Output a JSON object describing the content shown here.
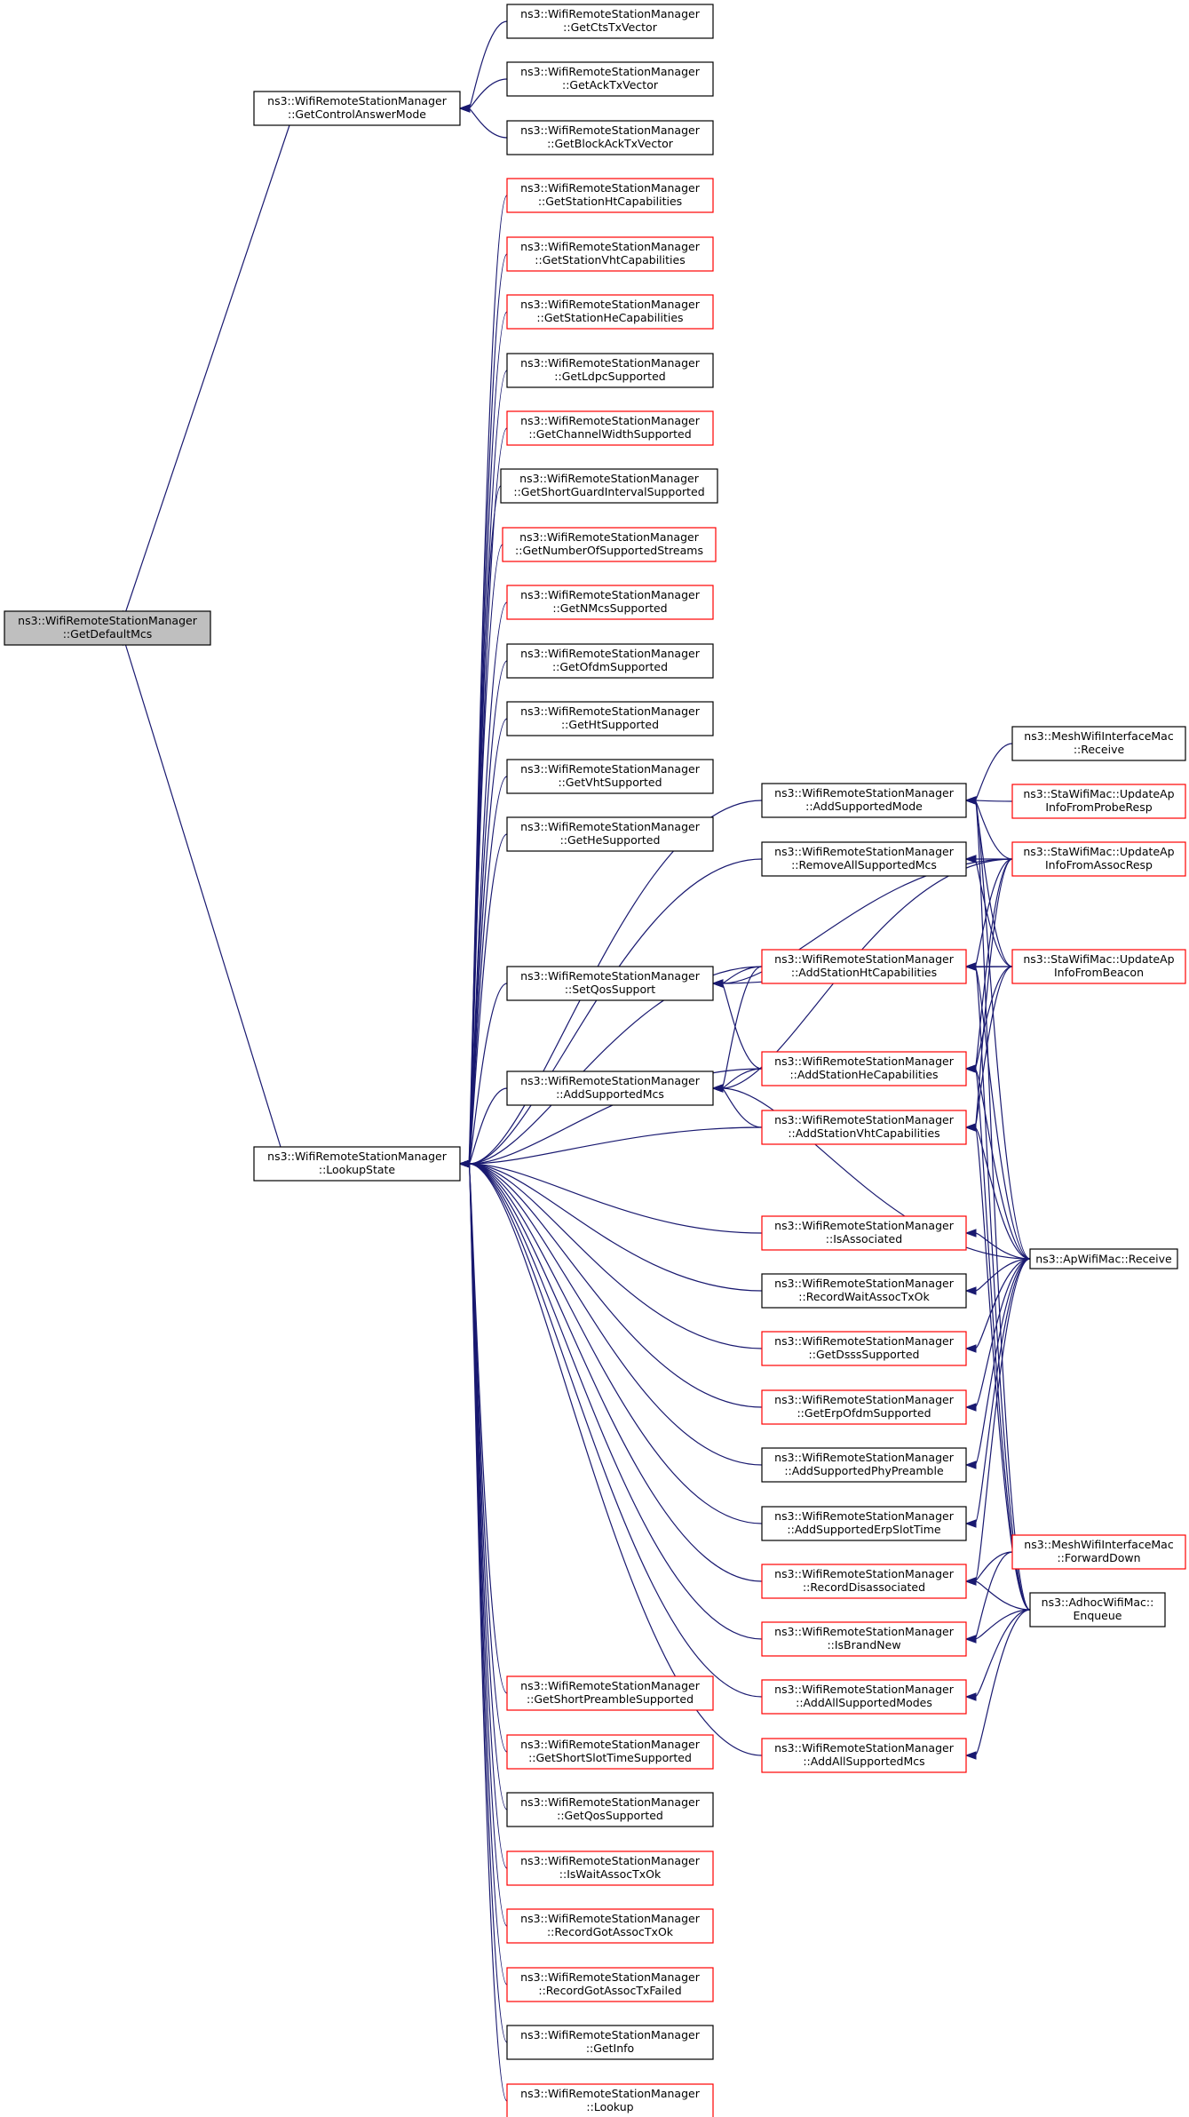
{
  "graph": {
    "nodes": [
      {
        "id": "GetDefaultMcs",
        "line1": "ns3::WifiRemoteStationManager",
        "line2": "::GetDefaultMcs",
        "style": "root"
      },
      {
        "id": "GetControlAnswerMode",
        "line1": "ns3::WifiRemoteStationManager",
        "line2": "::GetControlAnswerMode",
        "style": "black"
      },
      {
        "id": "LookupState",
        "line1": "ns3::WifiRemoteStationManager",
        "line2": "::LookupState",
        "style": "black"
      },
      {
        "id": "GetCtsTxVector",
        "line1": "ns3::WifiRemoteStationManager",
        "line2": "::GetCtsTxVector",
        "style": "black"
      },
      {
        "id": "GetAckTxVector",
        "line1": "ns3::WifiRemoteStationManager",
        "line2": "::GetAckTxVector",
        "style": "black"
      },
      {
        "id": "GetBlockAckTxVector",
        "line1": "ns3::WifiRemoteStationManager",
        "line2": "::GetBlockAckTxVector",
        "style": "black"
      },
      {
        "id": "GetStationHtCapabilities",
        "line1": "ns3::WifiRemoteStationManager",
        "line2": "::GetStationHtCapabilities",
        "style": "red"
      },
      {
        "id": "GetStationVhtCapabilities",
        "line1": "ns3::WifiRemoteStationManager",
        "line2": "::GetStationVhtCapabilities",
        "style": "red"
      },
      {
        "id": "GetStationHeCapabilities",
        "line1": "ns3::WifiRemoteStationManager",
        "line2": "::GetStationHeCapabilities",
        "style": "red"
      },
      {
        "id": "GetLdpcSupported",
        "line1": "ns3::WifiRemoteStationManager",
        "line2": "::GetLdpcSupported",
        "style": "black"
      },
      {
        "id": "GetChannelWidthSupported",
        "line1": "ns3::WifiRemoteStationManager",
        "line2": "::GetChannelWidthSupported",
        "style": "red"
      },
      {
        "id": "GetShortGuardIntervalSupported",
        "line1": "ns3::WifiRemoteStationManager",
        "line2": "::GetShortGuardIntervalSupported",
        "style": "black"
      },
      {
        "id": "GetNumberOfSupportedStreams",
        "line1": "ns3::WifiRemoteStationManager",
        "line2": "::GetNumberOfSupportedStreams",
        "style": "red"
      },
      {
        "id": "GetNMcsSupported",
        "line1": "ns3::WifiRemoteStationManager",
        "line2": "::GetNMcsSupported",
        "style": "red"
      },
      {
        "id": "GetOfdmSupported",
        "line1": "ns3::WifiRemoteStationManager",
        "line2": "::GetOfdmSupported",
        "style": "black"
      },
      {
        "id": "GetHtSupported",
        "line1": "ns3::WifiRemoteStationManager",
        "line2": "::GetHtSupported",
        "style": "black"
      },
      {
        "id": "GetVhtSupported",
        "line1": "ns3::WifiRemoteStationManager",
        "line2": "::GetVhtSupported",
        "style": "black"
      },
      {
        "id": "GetHeSupported",
        "line1": "ns3::WifiRemoteStationManager",
        "line2": "::GetHeSupported",
        "style": "black"
      },
      {
        "id": "SetQosSupport",
        "line1": "ns3::WifiRemoteStationManager",
        "line2": "::SetQosSupport",
        "style": "black"
      },
      {
        "id": "AddSupportedMcs",
        "line1": "ns3::WifiRemoteStationManager",
        "line2": "::AddSupportedMcs",
        "style": "black"
      },
      {
        "id": "AddSupportedMode",
        "line1": "ns3::WifiRemoteStationManager",
        "line2": "::AddSupportedMode",
        "style": "black"
      },
      {
        "id": "RemoveAllSupportedMcs",
        "line1": "ns3::WifiRemoteStationManager",
        "line2": "::RemoveAllSupportedMcs",
        "style": "black"
      },
      {
        "id": "AddStationHtCapabilities",
        "line1": "ns3::WifiRemoteStationManager",
        "line2": "::AddStationHtCapabilities",
        "style": "red"
      },
      {
        "id": "AddStationHeCapabilities",
        "line1": "ns3::WifiRemoteStationManager",
        "line2": "::AddStationHeCapabilities",
        "style": "red"
      },
      {
        "id": "AddStationVhtCapabilities",
        "line1": "ns3::WifiRemoteStationManager",
        "line2": "::AddStationVhtCapabilities",
        "style": "red"
      },
      {
        "id": "IsAssociated",
        "line1": "ns3::WifiRemoteStationManager",
        "line2": "::IsAssociated",
        "style": "red"
      },
      {
        "id": "RecordWaitAssocTxOk",
        "line1": "ns3::WifiRemoteStationManager",
        "line2": "::RecordWaitAssocTxOk",
        "style": "black"
      },
      {
        "id": "GetDsssSupported",
        "line1": "ns3::WifiRemoteStationManager",
        "line2": "::GetDsssSupported",
        "style": "red"
      },
      {
        "id": "GetErpOfdmSupported",
        "line1": "ns3::WifiRemoteStationManager",
        "line2": "::GetErpOfdmSupported",
        "style": "red"
      },
      {
        "id": "AddSupportedPhyPreamble",
        "line1": "ns3::WifiRemoteStationManager",
        "line2": "::AddSupportedPhyPreamble",
        "style": "black"
      },
      {
        "id": "AddSupportedErpSlotTime",
        "line1": "ns3::WifiRemoteStationManager",
        "line2": "::AddSupportedErpSlotTime",
        "style": "black"
      },
      {
        "id": "RecordDisassociated",
        "line1": "ns3::WifiRemoteStationManager",
        "line2": "::RecordDisassociated",
        "style": "red"
      },
      {
        "id": "IsBrandNew",
        "line1": "ns3::WifiRemoteStationManager",
        "line2": "::IsBrandNew",
        "style": "red"
      },
      {
        "id": "AddAllSupportedModes",
        "line1": "ns3::WifiRemoteStationManager",
        "line2": "::AddAllSupportedModes",
        "style": "red"
      },
      {
        "id": "AddAllSupportedMcs",
        "line1": "ns3::WifiRemoteStationManager",
        "line2": "::AddAllSupportedMcs",
        "style": "red"
      },
      {
        "id": "GetShortPreambleSupported",
        "line1": "ns3::WifiRemoteStationManager",
        "line2": "::GetShortPreambleSupported",
        "style": "red"
      },
      {
        "id": "GetShortSlotTimeSupported",
        "line1": "ns3::WifiRemoteStationManager",
        "line2": "::GetShortSlotTimeSupported",
        "style": "red"
      },
      {
        "id": "GetQosSupported",
        "line1": "ns3::WifiRemoteStationManager",
        "line2": "::GetQosSupported",
        "style": "black"
      },
      {
        "id": "IsWaitAssocTxOk",
        "line1": "ns3::WifiRemoteStationManager",
        "line2": "::IsWaitAssocTxOk",
        "style": "red"
      },
      {
        "id": "RecordGotAssocTxOk",
        "line1": "ns3::WifiRemoteStationManager",
        "line2": "::RecordGotAssocTxOk",
        "style": "red"
      },
      {
        "id": "RecordGotAssocTxFailed",
        "line1": "ns3::WifiRemoteStationManager",
        "line2": "::RecordGotAssocTxFailed",
        "style": "red"
      },
      {
        "id": "GetInfo",
        "line1": "ns3::WifiRemoteStationManager",
        "line2": "::GetInfo",
        "style": "black"
      },
      {
        "id": "Lookup",
        "line1": "ns3::WifiRemoteStationManager",
        "line2": "::Lookup",
        "style": "red"
      },
      {
        "id": "MeshReceive",
        "line1": "ns3::MeshWifiInterfaceMac",
        "line2": "::Receive",
        "style": "black"
      },
      {
        "id": "UpdateInfoFromProbeResp",
        "line1": "ns3::StaWifiMac::UpdateAp",
        "line2": "InfoFromProbeResp",
        "style": "red"
      },
      {
        "id": "UpdateInfoFromAssocResp",
        "line1": "ns3::StaWifiMac::UpdateAp",
        "line2": "InfoFromAssocResp",
        "style": "red"
      },
      {
        "id": "UpdateInfoFromBeacon",
        "line1": "ns3::StaWifiMac::UpdateAp",
        "line2": "InfoFromBeacon",
        "style": "red"
      },
      {
        "id": "ApReceive",
        "line1": "ns3::ApWifiMac::Receive",
        "line2": "",
        "style": "black"
      },
      {
        "id": "MeshForwardDown",
        "line1": "ns3::MeshWifiInterfaceMac",
        "line2": "::ForwardDown",
        "style": "red"
      },
      {
        "id": "AdhocEnqueue",
        "line1": "ns3::AdhocWifiMac::",
        "line2": "Enqueue",
        "style": "black"
      }
    ],
    "edges": [
      [
        "GetControlAnswerMode",
        "GetDefaultMcs"
      ],
      [
        "LookupState",
        "GetDefaultMcs"
      ],
      [
        "GetCtsTxVector",
        "GetControlAnswerMode"
      ],
      [
        "GetAckTxVector",
        "GetControlAnswerMode"
      ],
      [
        "GetBlockAckTxVector",
        "GetControlAnswerMode"
      ],
      [
        "GetStationHtCapabilities",
        "LookupState"
      ],
      [
        "GetStationVhtCapabilities",
        "LookupState"
      ],
      [
        "GetStationHeCapabilities",
        "LookupState"
      ],
      [
        "GetLdpcSupported",
        "LookupState"
      ],
      [
        "GetChannelWidthSupported",
        "LookupState"
      ],
      [
        "GetShortGuardIntervalSupported",
        "LookupState"
      ],
      [
        "GetNumberOfSupportedStreams",
        "LookupState"
      ],
      [
        "GetNMcsSupported",
        "LookupState"
      ],
      [
        "GetOfdmSupported",
        "LookupState"
      ],
      [
        "GetHtSupported",
        "LookupState"
      ],
      [
        "GetVhtSupported",
        "LookupState"
      ],
      [
        "GetHeSupported",
        "LookupState"
      ],
      [
        "SetQosSupport",
        "LookupState"
      ],
      [
        "AddSupportedMcs",
        "LookupState"
      ],
      [
        "AddSupportedMode",
        "LookupState"
      ],
      [
        "RemoveAllSupportedMcs",
        "LookupState"
      ],
      [
        "AddStationHtCapabilities",
        "LookupState"
      ],
      [
        "AddStationHeCapabilities",
        "LookupState"
      ],
      [
        "AddStationVhtCapabilities",
        "LookupState"
      ],
      [
        "IsAssociated",
        "LookupState"
      ],
      [
        "RecordWaitAssocTxOk",
        "LookupState"
      ],
      [
        "GetDsssSupported",
        "LookupState"
      ],
      [
        "GetErpOfdmSupported",
        "LookupState"
      ],
      [
        "AddSupportedPhyPreamble",
        "LookupState"
      ],
      [
        "AddSupportedErpSlotTime",
        "LookupState"
      ],
      [
        "RecordDisassociated",
        "LookupState"
      ],
      [
        "IsBrandNew",
        "LookupState"
      ],
      [
        "AddAllSupportedModes",
        "LookupState"
      ],
      [
        "AddAllSupportedMcs",
        "LookupState"
      ],
      [
        "GetShortPreambleSupported",
        "LookupState"
      ],
      [
        "GetShortSlotTimeSupported",
        "LookupState"
      ],
      [
        "GetQosSupported",
        "LookupState"
      ],
      [
        "IsWaitAssocTxOk",
        "LookupState"
      ],
      [
        "RecordGotAssocTxOk",
        "LookupState"
      ],
      [
        "RecordGotAssocTxFailed",
        "LookupState"
      ],
      [
        "GetInfo",
        "LookupState"
      ],
      [
        "Lookup",
        "LookupState"
      ],
      [
        "AddStationHtCapabilities",
        "SetQosSupport"
      ],
      [
        "AddStationHeCapabilities",
        "SetQosSupport"
      ],
      [
        "UpdateInfoFromAssocResp",
        "SetQosSupport"
      ],
      [
        "UpdateInfoFromBeacon",
        "SetQosSupport"
      ],
      [
        "AddStationHtCapabilities",
        "AddSupportedMcs"
      ],
      [
        "AddStationHeCapabilities",
        "AddSupportedMcs"
      ],
      [
        "AddStationVhtCapabilities",
        "AddSupportedMcs"
      ],
      [
        "UpdateInfoFromAssocResp",
        "AddSupportedMcs"
      ],
      [
        "ApReceive",
        "AddSupportedMcs"
      ],
      [
        "MeshReceive",
        "AddSupportedMode"
      ],
      [
        "UpdateInfoFromProbeResp",
        "AddSupportedMode"
      ],
      [
        "UpdateInfoFromAssocResp",
        "AddSupportedMode"
      ],
      [
        "UpdateInfoFromBeacon",
        "AddSupportedMode"
      ],
      [
        "ApReceive",
        "AddSupportedMode"
      ],
      [
        "AdhocEnqueue",
        "AddSupportedMode"
      ],
      [
        "UpdateInfoFromAssocResp",
        "RemoveAllSupportedMcs"
      ],
      [
        "UpdateInfoFromBeacon",
        "RemoveAllSupportedMcs"
      ],
      [
        "UpdateInfoFromAssocResp",
        "AddStationHtCapabilities"
      ],
      [
        "UpdateInfoFromBeacon",
        "AddStationHtCapabilities"
      ],
      [
        "ApReceive",
        "AddStationHtCapabilities"
      ],
      [
        "AdhocEnqueue",
        "AddStationHtCapabilities"
      ],
      [
        "UpdateInfoFromAssocResp",
        "AddStationHeCapabilities"
      ],
      [
        "UpdateInfoFromBeacon",
        "AddStationHeCapabilities"
      ],
      [
        "ApReceive",
        "AddStationHeCapabilities"
      ],
      [
        "AdhocEnqueue",
        "AddStationHeCapabilities"
      ],
      [
        "UpdateInfoFromAssocResp",
        "AddStationVhtCapabilities"
      ],
      [
        "UpdateInfoFromBeacon",
        "AddStationVhtCapabilities"
      ],
      [
        "ApReceive",
        "AddStationVhtCapabilities"
      ],
      [
        "AdhocEnqueue",
        "AddStationVhtCapabilities"
      ],
      [
        "ApReceive",
        "IsAssociated"
      ],
      [
        "ApReceive",
        "RecordWaitAssocTxOk"
      ],
      [
        "ApReceive",
        "GetDsssSupported"
      ],
      [
        "ApReceive",
        "GetErpOfdmSupported"
      ],
      [
        "ApReceive",
        "AddSupportedPhyPreamble"
      ],
      [
        "ApReceive",
        "AddSupportedErpSlotTime"
      ],
      [
        "ApReceive",
        "RecordDisassociated"
      ],
      [
        "MeshForwardDown",
        "RecordDisassociated"
      ],
      [
        "AdhocEnqueue",
        "RecordDisassociated"
      ],
      [
        "MeshForwardDown",
        "IsBrandNew"
      ],
      [
        "AdhocEnqueue",
        "IsBrandNew"
      ],
      [
        "AdhocEnqueue",
        "AddAllSupportedModes"
      ],
      [
        "AdhocEnqueue",
        "AddAllSupportedMcs"
      ]
    ]
  }
}
